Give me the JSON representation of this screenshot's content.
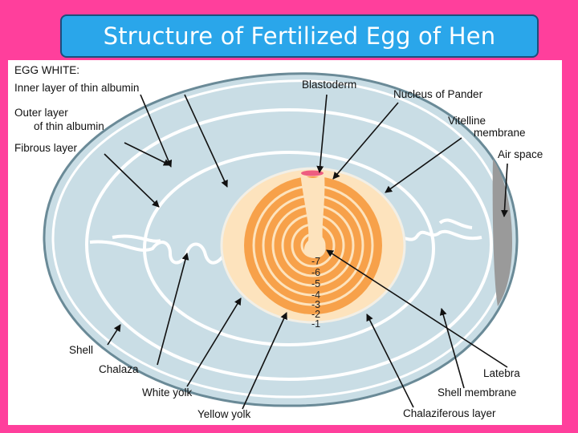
{
  "title": "Structure of Fertilized Egg of Hen",
  "diagram": {
    "heading": "EGG WHITE:",
    "labels": {
      "inner_thin_albumin": "Inner layer of thin albumin",
      "outer_thin_albumin_1": "Outer layer",
      "outer_thin_albumin_2": "of thin albumin",
      "fibrous_layer": "Fibrous layer",
      "blastoderm": "Blastoderm",
      "nucleus_of_pander": "Nucleus of Pander",
      "vitelline_1": "Vitelline",
      "vitelline_2": "membrane",
      "air_space": "Air space",
      "shell": "Shell",
      "chalaza": "Chalaza",
      "white_yolk": "White yolk",
      "yellow_yolk": "Yellow yolk",
      "latebra": "Latebra",
      "shell_membrane": "Shell membrane",
      "chalaziferous_layer": "Chalaziferous layer"
    },
    "yolk_layers": [
      "-7",
      "-6",
      "-5",
      "-4",
      "-3",
      "-2",
      "-1"
    ],
    "colors": {
      "background": "#ff3f9c",
      "title_box": "#2aa6ea",
      "albumen": "#c9dde5",
      "yolk": "#f7a14a",
      "white_yolk": "#fde3bd",
      "blastoderm": "#ee5d80",
      "air_space": "#9a9a9a"
    }
  }
}
